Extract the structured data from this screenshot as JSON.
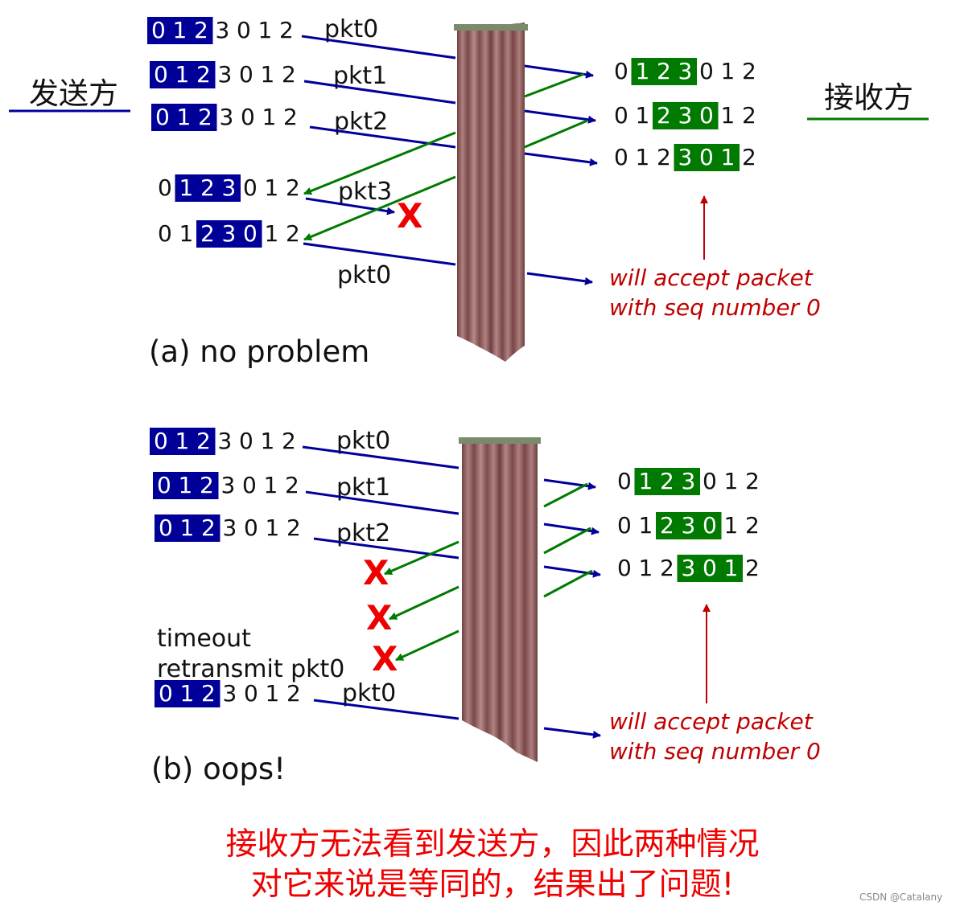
{
  "sender_label": "发送方",
  "receiver_label": "接收方",
  "colors": {
    "sender": "#000099",
    "receiver": "#007a00",
    "error": "#ee0000",
    "note": "#c00000",
    "curtain": "#8a5a5a"
  },
  "panel_a": {
    "caption": "(a) no problem",
    "packet_labels": [
      "pkt0",
      "pkt1",
      "pkt2",
      "pkt3",
      "pkt0"
    ],
    "sender_windows": [
      {
        "digits": [
          "0",
          "1",
          "2",
          "3",
          "0",
          "1",
          "2"
        ],
        "window_start": 0,
        "window_size": 3
      },
      {
        "digits": [
          "0",
          "1",
          "2",
          "3",
          "0",
          "1",
          "2"
        ],
        "window_start": 0,
        "window_size": 3
      },
      {
        "digits": [
          "0",
          "1",
          "2",
          "3",
          "0",
          "1",
          "2"
        ],
        "window_start": 0,
        "window_size": 3
      },
      {
        "digits": [
          "0",
          "1",
          "2",
          "3",
          "0",
          "1",
          "2"
        ],
        "window_start": 1,
        "window_size": 3
      },
      {
        "digits": [
          "0",
          "1",
          "2",
          "3",
          "0",
          "1",
          "2"
        ],
        "window_start": 2,
        "window_size": 3
      }
    ],
    "receiver_windows": [
      {
        "digits": [
          "0",
          "1",
          "2",
          "3",
          "0",
          "1",
          "2"
        ],
        "window_start": 1,
        "window_size": 3
      },
      {
        "digits": [
          "0",
          "1",
          "2",
          "3",
          "0",
          "1",
          "2"
        ],
        "window_start": 2,
        "window_size": 3
      },
      {
        "digits": [
          "0",
          "1",
          "2",
          "3",
          "0",
          "1",
          "2"
        ],
        "window_start": 3,
        "window_size": 3
      }
    ],
    "loss_marks": [
      "X"
    ],
    "note_lines": [
      "will accept packet",
      "with seq number 0"
    ]
  },
  "panel_b": {
    "caption": "(b) oops!",
    "packet_labels": [
      "pkt0",
      "pkt1",
      "pkt2",
      "pkt0"
    ],
    "sender_windows": [
      {
        "digits": [
          "0",
          "1",
          "2",
          "3",
          "0",
          "1",
          "2"
        ],
        "window_start": 0,
        "window_size": 3
      },
      {
        "digits": [
          "0",
          "1",
          "2",
          "3",
          "0",
          "1",
          "2"
        ],
        "window_start": 0,
        "window_size": 3
      },
      {
        "digits": [
          "0",
          "1",
          "2",
          "3",
          "0",
          "1",
          "2"
        ],
        "window_start": 0,
        "window_size": 3
      },
      {
        "digits": [
          "0",
          "1",
          "2",
          "3",
          "0",
          "1",
          "2"
        ],
        "window_start": 0,
        "window_size": 3
      }
    ],
    "receiver_windows": [
      {
        "digits": [
          "0",
          "1",
          "2",
          "3",
          "0",
          "1",
          "2"
        ],
        "window_start": 1,
        "window_size": 3
      },
      {
        "digits": [
          "0",
          "1",
          "2",
          "3",
          "0",
          "1",
          "2"
        ],
        "window_start": 2,
        "window_size": 3
      },
      {
        "digits": [
          "0",
          "1",
          "2",
          "3",
          "0",
          "1",
          "2"
        ],
        "window_start": 3,
        "window_size": 3
      }
    ],
    "loss_marks": [
      "X",
      "X",
      "X"
    ],
    "timeout_lines": [
      "timeout",
      "retransmit pkt0"
    ],
    "note_lines": [
      "will accept packet",
      "with seq number 0"
    ]
  },
  "bottom_text": [
    "接收方无法看到发送方，因此两种情况",
    "对它来说是等同的，结果出了问题!"
  ],
  "watermark": "CSDN @Catalany"
}
